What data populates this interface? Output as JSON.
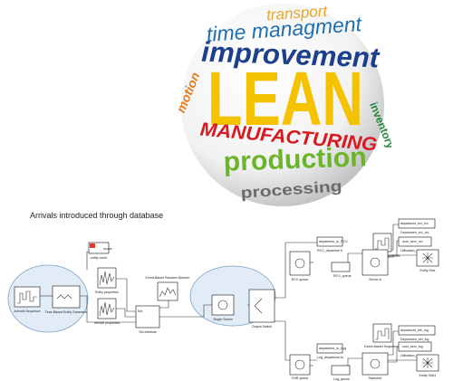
{
  "cloud": {
    "words": [
      "transport",
      "time managment",
      "improvement",
      "motion",
      "LEAN",
      "inventory",
      "MANUFACTURING",
      "production",
      "processing"
    ],
    "colors": {
      "transport": "#e9a628",
      "time": "#1f6fb0",
      "improvement": "#1b3f8c",
      "motion": "#e87d1e",
      "lean": "#f5c200",
      "inventory": "#1e8a3a",
      "manufacturing": "#d71920",
      "production": "#6bb52a",
      "processing": "#666666"
    }
  },
  "caption": "Arrivals introduced through database",
  "blocks": {
    "arrivals": "Arrivals\nSequence",
    "entity_gen": "Time-Based\nEntity Generator",
    "scope": "scope",
    "entity_count": "entity count",
    "entity_properties": "Entity properties",
    "vehicle_properties": "Vehicle properties",
    "set_attr": "Set Attribute",
    "event_random": "Event-Based\nRandom Number",
    "single_server": "Single Server",
    "output_switch": "Output Switch",
    "rcv_dep": "departures_to_RCV",
    "rcv_out": "RCV_departure 6",
    "rcv_queue": "RCV_queue",
    "rcv_srv": "RCV queue",
    "seq1": "Event-Based\nSequence1",
    "srv_a": "Server A",
    "dep_a": "departures_srv_rcv",
    "dep_a2": "Departures_srv_rcv",
    "srv_rcv": "num_serv_rcv",
    "util_rcv": "Utilization_rcv",
    "entity_sink": "Entity Sink",
    "dep_log": "departures_to_Log",
    "log_out": "Log_departures to",
    "log_queue": "Log_queue",
    "log_srv": "CNR queue",
    "seq2": "Event-Based\nSequence2",
    "srv_b": "Stations1",
    "dep_b": "departures_sth_log",
    "dep_b2": "Departures_sth_log",
    "srv_log": "num_serv_log",
    "util_log": "Utilization_log",
    "entity_sink2": "Entity Sink1"
  }
}
